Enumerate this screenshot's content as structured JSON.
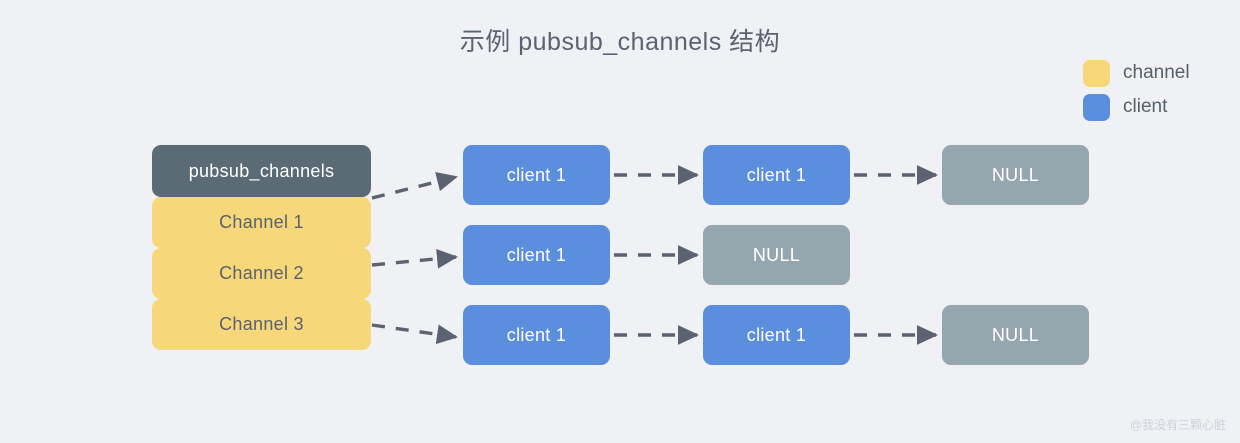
{
  "title": "示例 pubsub_channels 结构",
  "watermark": "@我没有三颗心脏",
  "colors": {
    "background": "#eff1f5",
    "channel": "#f6d87a",
    "client": "#5b8fdd",
    "null": "#95a6ae",
    "header": "#5a6b75",
    "arrow": "#5c6270",
    "title_text": "#5c6270"
  },
  "legend": {
    "items": [
      {
        "label": "channel",
        "color": "#f6d87a",
        "swatch_name": "channel-swatch"
      },
      {
        "label": "client",
        "color": "#5b8fdd",
        "swatch_name": "client-swatch"
      }
    ]
  },
  "table": {
    "header": "pubsub_channels",
    "rows": [
      {
        "label": "Channel 1"
      },
      {
        "label": "Channel 2"
      },
      {
        "label": "Channel 3"
      }
    ]
  },
  "chains": [
    {
      "channel": "Channel 1",
      "nodes": [
        {
          "label": "client 1",
          "kind": "client"
        },
        {
          "label": "client 1",
          "kind": "client"
        },
        {
          "label": "NULL",
          "kind": "null"
        }
      ]
    },
    {
      "channel": "Channel 2",
      "nodes": [
        {
          "label": "client 1",
          "kind": "client"
        },
        {
          "label": "NULL",
          "kind": "null"
        }
      ]
    },
    {
      "channel": "Channel 3",
      "nodes": [
        {
          "label": "client 1",
          "kind": "client"
        },
        {
          "label": "client 1",
          "kind": "client"
        },
        {
          "label": "NULL",
          "kind": "null"
        }
      ]
    }
  ]
}
